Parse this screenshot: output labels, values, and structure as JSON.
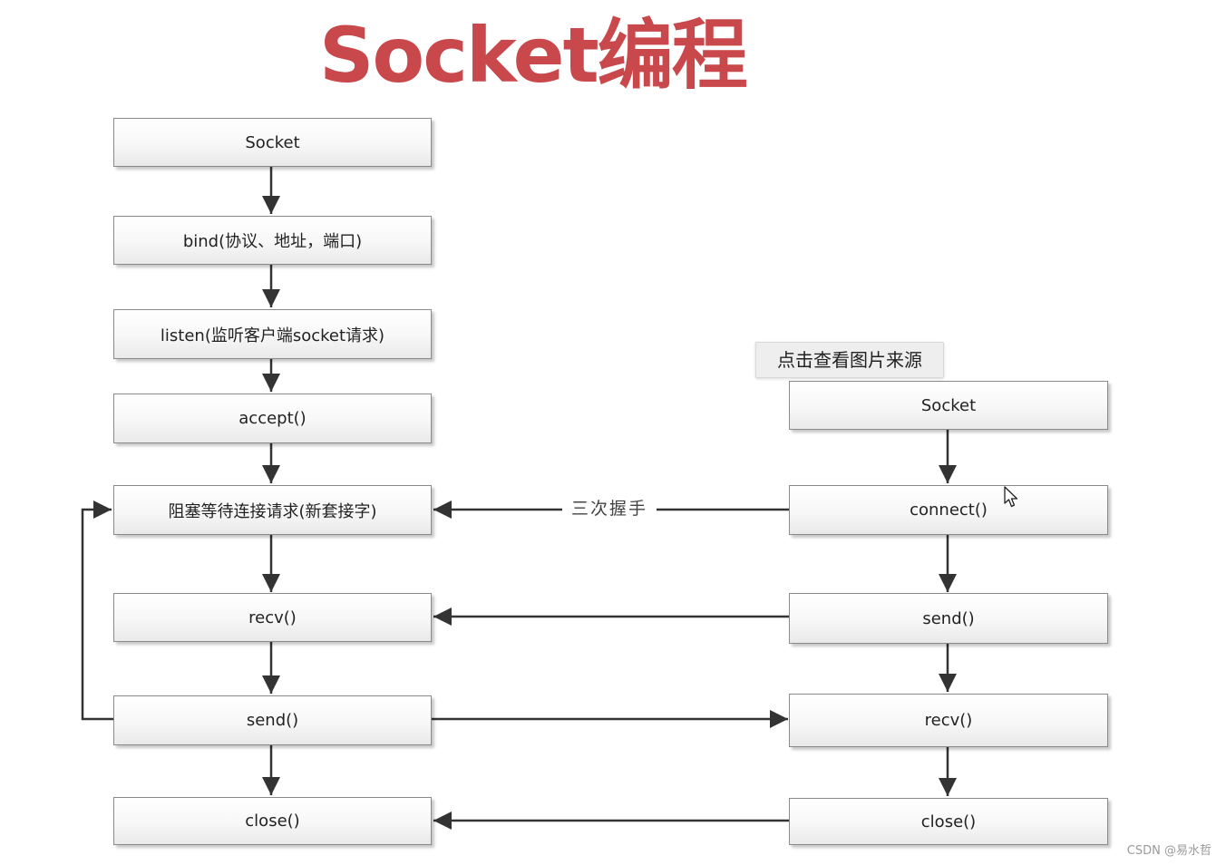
{
  "title": "Socket编程",
  "server": {
    "socket": "Socket",
    "bind": "bind(协议、地址，端口)",
    "listen": "listen(监听客户端socket请求)",
    "accept": "accept()",
    "block": "阻塞等待连接请求(新套接字)",
    "recv": "recv()",
    "send": "send()",
    "close": "close()"
  },
  "client": {
    "socket": "Socket",
    "connect": "connect()",
    "send": "send()",
    "recv": "recv()",
    "close": "close()"
  },
  "handshake_label": "三次握手",
  "tooltip": "点击查看图片来源",
  "watermark": "CSDN @易水哲",
  "icons": {
    "cursor": "mouse-pointer-icon"
  },
  "colors": {
    "title": "#c9484c",
    "line": "#333333",
    "box_border": "#8a8a8a"
  }
}
